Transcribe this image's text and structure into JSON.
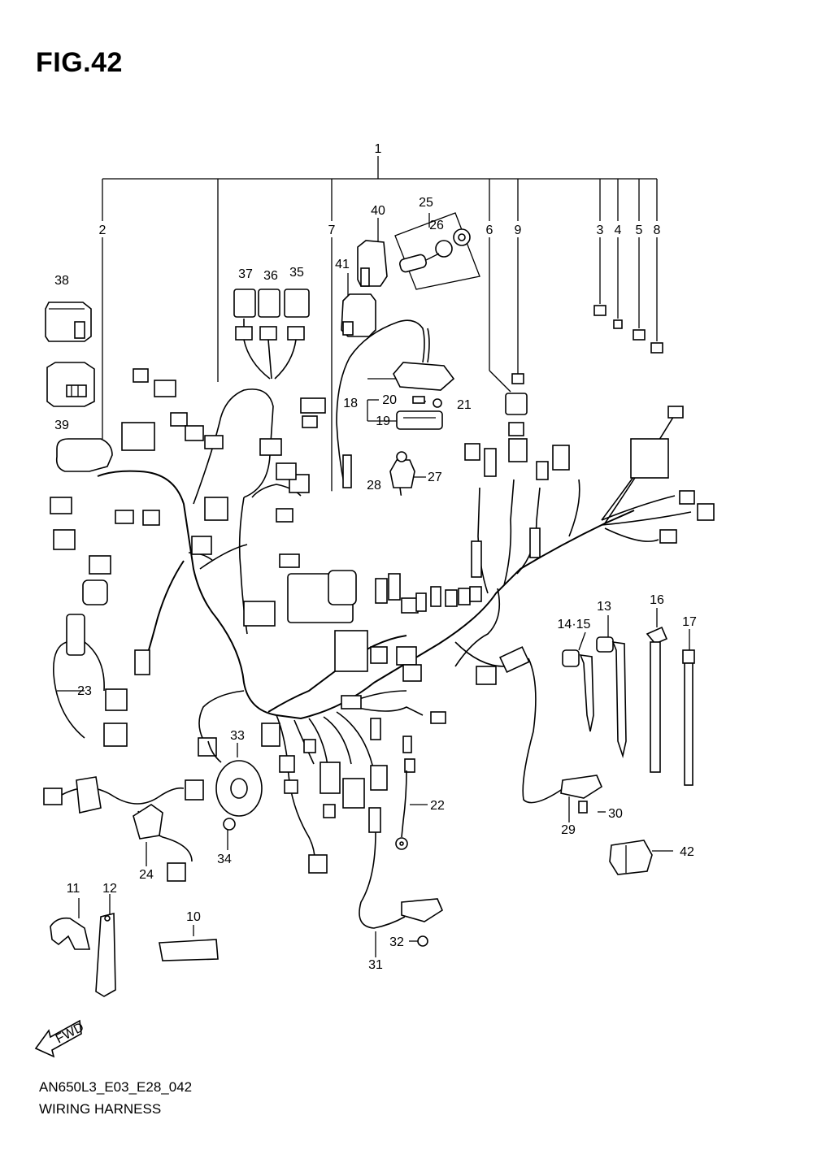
{
  "figure": {
    "title": "FIG.42",
    "code": "AN650L3_E03_E28_042",
    "name": "WIRING HARNESS",
    "direction_label": "FWD"
  },
  "callouts": {
    "n1": "1",
    "n2": "2",
    "n3": "3",
    "n4": "4",
    "n5": "5",
    "n6": "6",
    "n7": "7",
    "n8": "8",
    "n9": "9",
    "n10": "10",
    "n11": "11",
    "n12": "12",
    "n13": "13",
    "n14_15": "14·15",
    "n16": "16",
    "n17": "17",
    "n18": "18",
    "n19": "19",
    "n20": "20",
    "n21": "21",
    "n22": "22",
    "n23": "23",
    "n24": "24",
    "n25": "25",
    "n26": "26",
    "n27": "27",
    "n28": "28",
    "n29": "29",
    "n30": "30",
    "n31": "31",
    "n32": "32",
    "n33": "33",
    "n34": "34",
    "n35": "35",
    "n36": "36",
    "n37": "37",
    "n38": "38",
    "n39": "39",
    "n40": "40",
    "n41": "41",
    "n42": "42"
  }
}
